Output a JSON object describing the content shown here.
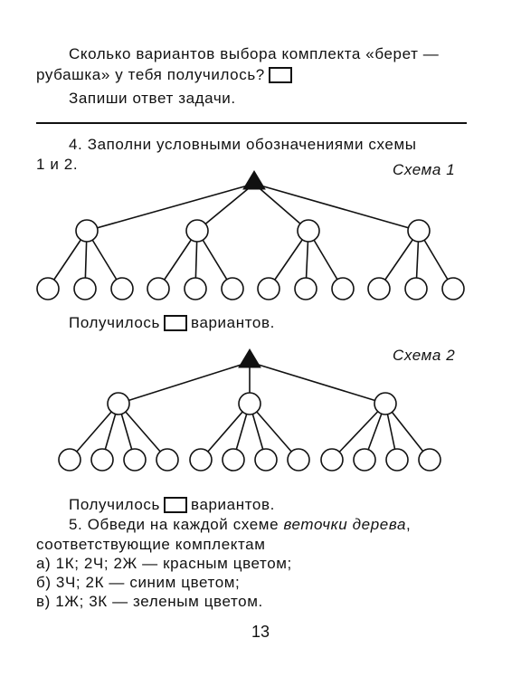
{
  "intro": {
    "line1": "Сколько вариантов выбора комплекта «берет —",
    "line2": "рубашка» у тебя получилось?",
    "line3": "Запиши ответ задачи."
  },
  "task4": {
    "line1": "4. Заполни условными обозначениями схемы",
    "line2": "1 и 2."
  },
  "scheme1": {
    "label": "Схема 1",
    "branches": 4,
    "leaves_per_branch": 3,
    "result_before": "Получилось",
    "result_after": "вариантов."
  },
  "scheme2": {
    "label": "Схема 2",
    "branches": 3,
    "leaves_per_branch": 4,
    "result_before": "Получилось",
    "result_after": "вариантов."
  },
  "task5": {
    "line1_a": "5. Обведи на каждой схеме",
    "line1_b": "веточки дерева",
    "line1_c": ",",
    "line2": "соответствующие комплектам",
    "items": [
      "а) 1К; 2Ч; 2Ж — красным цветом;",
      "б) 3Ч; 2К — синим цветом;",
      "в) 1Ж; 3К — зеленым цветом."
    ]
  },
  "page_number": "13"
}
